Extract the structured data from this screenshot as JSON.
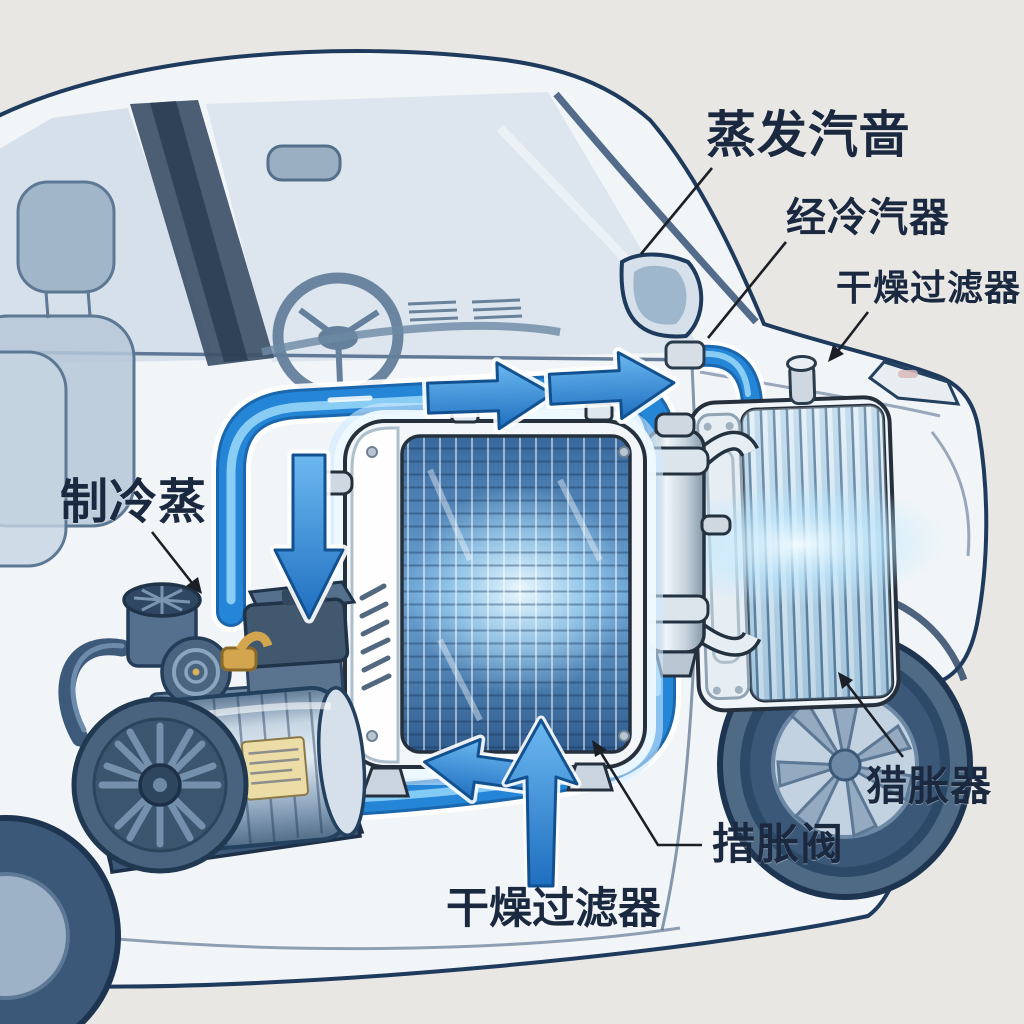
{
  "title": "car-ac-system-cutaway-illustration",
  "labels": {
    "evaporator": "蒸发汽啬",
    "condenser": "经冷汽器",
    "drier_filter_top": "干燥过滤器",
    "compressor": "制冷蒸",
    "drier_filter_bottom": "干燥过滤器",
    "expansion_valve": "措胀阀",
    "expansion_device": "猎胀器"
  },
  "components": [
    "car-body-cutaway",
    "compressor-unit",
    "evaporator-core",
    "receiver-drier-cylinder",
    "condenser-finned-unit",
    "front-wheel",
    "rear-wheel",
    "refrigerant-pipe-loop",
    "flow-arrows"
  ],
  "colors": {
    "background": "#e9e7e3",
    "car_outline": "#1e3a5c",
    "glass_tint": "#bccfe0",
    "pipe_blue": "#2585d6",
    "pipe_dark_edge": "#1a67ad",
    "pipe_highlight": "#8ed1f7",
    "arrow_fill_light": "#6cb8f0",
    "arrow_fill_dark": "#1f6fc0",
    "glow_cyan": "#d9f2ff",
    "metal_light": "#eef3f7",
    "metal_dark": "#5f7a96",
    "label_text": "#1b2940",
    "annotation_line": "#1c1f26",
    "sticker_cream": "#ecdca6",
    "fitting_gold": "#d2a54e"
  }
}
